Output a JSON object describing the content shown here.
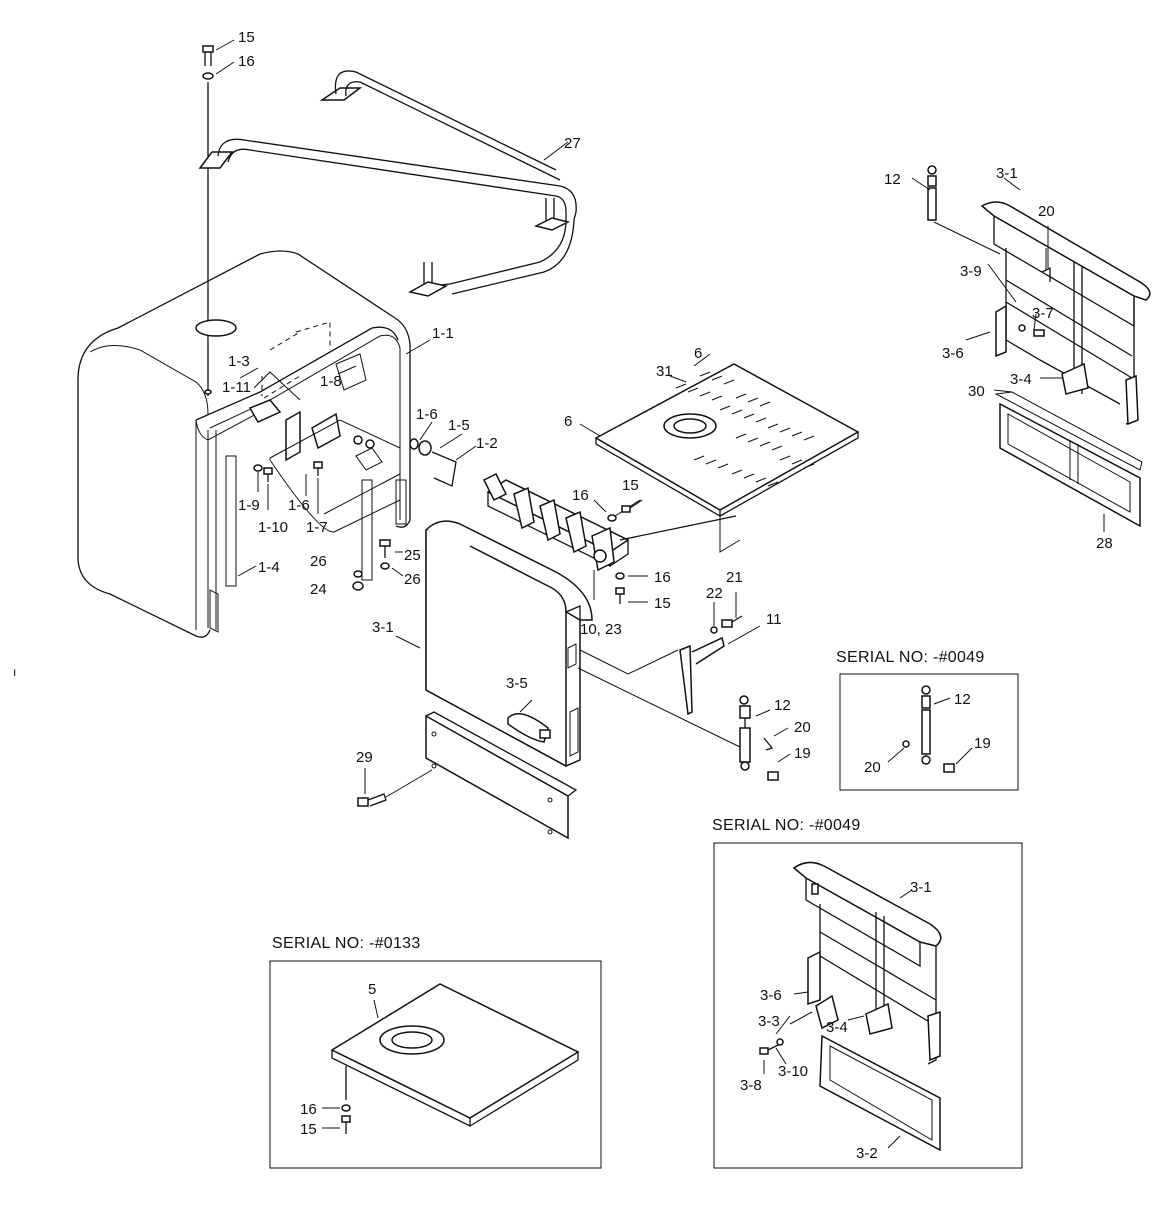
{
  "diagram": {
    "stray_mark": "ı",
    "labels": {
      "p15_top": "15",
      "p16_top": "16",
      "p27": "27",
      "p1_1": "1-1",
      "p1_3": "1-3",
      "p1_8": "1-8",
      "p1_11": "1-11",
      "p1_6a": "1-6",
      "p1_5": "1-5",
      "p1_2": "1-2",
      "p1_6b": "1-6",
      "p1_9": "1-9",
      "p1_10": "1-10",
      "p1_7": "1-7",
      "p1_4": "1-4",
      "p26a": "26",
      "p25": "25",
      "p26b": "26",
      "p24": "24",
      "p3_1_main": "3-1",
      "p3_5": "3-5",
      "p29": "29",
      "p6a": "6",
      "p31": "31",
      "p6b": "6",
      "p16_mid": "16",
      "p15_mid": "15",
      "p16_mid2": "16",
      "p15_mid2": "15",
      "p10_23": "10, 23",
      "p22": "22",
      "p21": "21",
      "p11": "11",
      "p12_main": "12",
      "p20_main": "20",
      "p19_main": "19",
      "p12_tr": "12",
      "p3_1_tr": "3-1",
      "p20_tr": "20",
      "p3_9": "3-9",
      "p3_7": "3-7",
      "p3_6_tr": "3-6",
      "p3_4_tr": "3-4",
      "p30": "30",
      "p28": "28",
      "p12_box": "12",
      "p20_box": "20",
      "p19_box": "19",
      "p3_1_box": "3-1",
      "p3_6_box": "3-6",
      "p3_3": "3-3",
      "p3_4_box": "3-4",
      "p3_8": "3-8",
      "p3_10": "3-10",
      "p3_2": "3-2",
      "p5": "5",
      "p16_box": "16",
      "p15_box": "15"
    },
    "insets": {
      "gas_spring": {
        "title": "SERIAL NO: -#0049"
      },
      "door_assy": {
        "title": "SERIAL NO: -#0049"
      },
      "floor_plate": {
        "title": "SERIAL NO: -#0133"
      }
    }
  }
}
